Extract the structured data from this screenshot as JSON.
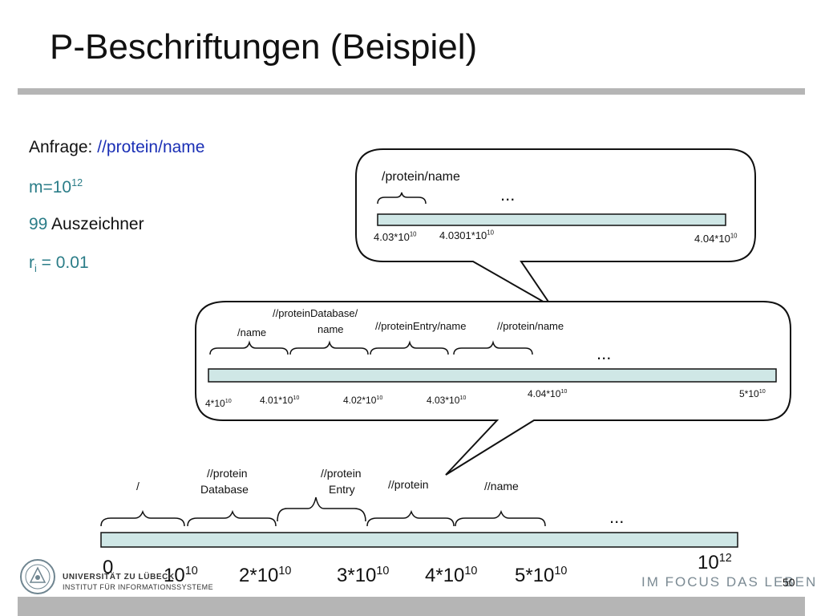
{
  "slide": {
    "title": "P-Beschriftungen (Beispiel)",
    "page_number": "50"
  },
  "query": {
    "label": "Anfrage: ",
    "path": "//protein/name",
    "m_label": "m=10",
    "m_exp": "12",
    "tags_count": "99",
    "tags_label": " Auszeichner",
    "r_label": "r",
    "r_sub": "i",
    "r_value": " = 0.01"
  },
  "callout_top": {
    "segment_label": "/protein/name",
    "dots": "...",
    "start": {
      "base": "4.03*10",
      "exp": "10"
    },
    "mid": {
      "base": "4.0301*10",
      "exp": "10"
    },
    "end": {
      "base": "4.04*10",
      "exp": "10"
    }
  },
  "callout_middle": {
    "labels": [
      "/name",
      "//proteinDatabase/",
      "name",
      "//proteinEntry/name",
      "//protein/name"
    ],
    "dots": "...",
    "ticks": [
      {
        "base": "4*10",
        "exp": "10"
      },
      {
        "base": "4.01*10",
        "exp": "10"
      },
      {
        "base": "4.02*10",
        "exp": "10"
      },
      {
        "base": "4.03*10",
        "exp": "10"
      },
      {
        "base": "4.04*10",
        "exp": "10"
      },
      {
        "base": "5*10",
        "exp": "10"
      }
    ]
  },
  "main_axis": {
    "labels": [
      "/",
      "//protein",
      "Database",
      "//protein",
      "Entry",
      "//protein",
      "//name"
    ],
    "dots": "...",
    "ticks": [
      {
        "base": "0",
        "exp": ""
      },
      {
        "base": "10",
        "exp": "10"
      },
      {
        "base": "2*10",
        "exp": "10"
      },
      {
        "base": "3*10",
        "exp": "10"
      },
      {
        "base": "4*10",
        "exp": "10"
      },
      {
        "base": "5*10",
        "exp": "10"
      },
      {
        "base": "10",
        "exp": "12"
      }
    ]
  },
  "footer": {
    "university": "UNIVERSITÄT ZU LÜBECK",
    "institute": "INSTITUT FÜR INFORMATIONSSYSTEME",
    "slogan": "IM FOCUS DAS LEBEN"
  },
  "colors": {
    "bar_fill": "#cfe7e6",
    "teal_text": "#2b7d88",
    "blue_text": "#1a2fb5",
    "rule_gray": "#b5b5b5"
  }
}
